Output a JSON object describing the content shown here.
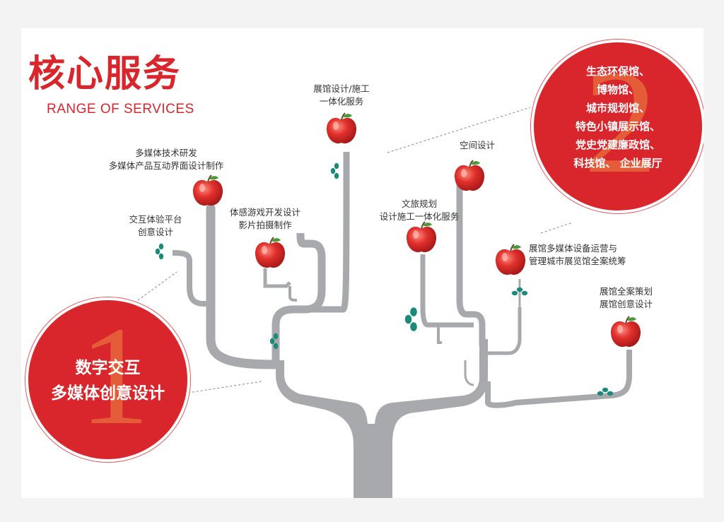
{
  "header": {
    "title_cn": "核心服务",
    "title_en": "RANGE OF SERVICES"
  },
  "circle_1": {
    "number": "1",
    "lines": [
      "数字交互",
      "多媒体创意设计"
    ]
  },
  "circle_2": {
    "number": "2",
    "lines": [
      "生态环保馆、",
      "博物馆、",
      "城市规划馆、",
      "特色小镇展示馆、",
      "党史党建廉政馆、",
      "科技馆、 企业展厅"
    ]
  },
  "branches": [
    {
      "lines": [
        "交互体验平台",
        "创意设计"
      ]
    },
    {
      "lines": [
        "多媒体技术研发",
        "多媒体产品互动界面设计制作"
      ]
    },
    {
      "lines": [
        "体感游戏开发设计",
        "影片拍摄制作"
      ]
    },
    {
      "lines": [
        "展馆设计/施工",
        "一体化服务"
      ]
    },
    {
      "lines": [
        "空间设计"
      ]
    },
    {
      "lines": [
        "文旅规划",
        "设计施工一体化服务"
      ]
    },
    {
      "lines": [
        "展馆多媒体设备运营与",
        "管理城市展览馆全案统筹"
      ]
    },
    {
      "lines": [
        "展馆全案策划",
        "展馆创意设计"
      ]
    }
  ],
  "colors": {
    "brand_red": "#d9262c",
    "trunk_gray": "#a7a9ac",
    "leaf_teal": "#1c8a7a"
  }
}
